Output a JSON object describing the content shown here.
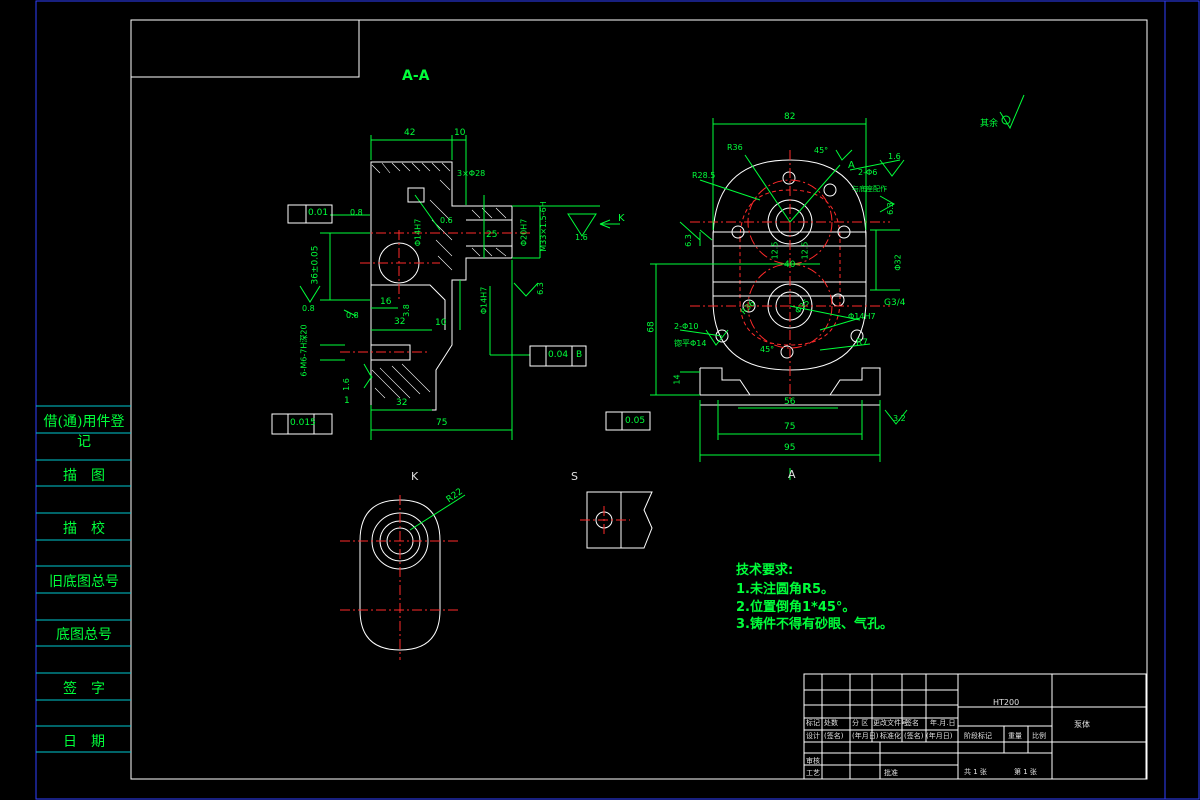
{
  "section_label": "A-A",
  "view_labels": {
    "k": "K",
    "s": "S",
    "a": "A",
    "k_arrow": "K",
    "a_arrow": "A"
  },
  "side_column": [
    "借(通)用件登记",
    "描　图",
    "描　校",
    "旧底图总号",
    "底图总号",
    "签　字",
    "日　期"
  ],
  "tech_requirements": {
    "title": "技术要求:",
    "items": [
      "1.未注圆角R5。",
      "2.位置倒角1*45°。",
      "3.铸件不得有砂眼、气孔。"
    ]
  },
  "roughness_note": "其余",
  "dimensions_left": {
    "d42": "42",
    "d10": "10",
    "chamfer": "3×Φ28",
    "tol_flat": "0.01",
    "d08a": "0.8",
    "d06": "0.6",
    "bore_h7": "Φ14H7",
    "d25": "25",
    "bore_20": "Φ20H7",
    "thread": "M33×1.5-6H",
    "d16a": "1.6",
    "d36": "36±0.05",
    "d08b": "0.8",
    "d16b": "16",
    "d38": "3.8",
    "d32a": "32",
    "d10b": "10",
    "bore_14b": "Φ14H7",
    "d63": "6.3",
    "d08c": "0.8",
    "par_tol": "0.04",
    "datum_b": "B",
    "thread2": "6-M6-7H深20",
    "d16c": "1.6",
    "d1": "1",
    "d32b": "32",
    "perp_tol": "0.015",
    "d75": "75"
  },
  "dimensions_right": {
    "d82": "82",
    "r36": "R36",
    "a45a": "45°",
    "hole2": "2-Φ6",
    "note_a": "与底座配作",
    "d16": "1.6",
    "r285": "R28.5",
    "d63a": "6.3",
    "d63b": "6.3",
    "d125a": "12.5",
    "d40": "40",
    "d125b": "12.5",
    "d32": "Φ32",
    "g34": "G3/4",
    "r36b": "R36",
    "d35": "Φ35",
    "d14h7": "Φ14H7",
    "d68": "68",
    "hole10": "2-Φ10",
    "spot": "锪平Φ14",
    "a45b": "45°",
    "r7": "R7",
    "d14": "14",
    "d56": "56",
    "d75": "75",
    "d95": "95",
    "d32r": "3.2",
    "cyl_tol": "0.05",
    "r22": "R22"
  },
  "title_block": {
    "material": "HT200",
    "part_name": "泵体",
    "row_headers": [
      "标记",
      "处数",
      "分 区",
      "更改文件号",
      "签名",
      "年.月.日"
    ],
    "design_row": [
      "设计",
      "(签名)",
      "(年月日)",
      "标准化",
      "(签名)",
      "(年月日)"
    ],
    "stage": "阶段标记",
    "weight": "重量",
    "scale": "比例",
    "review": "审核",
    "process": "工艺",
    "approve": "批准",
    "sheets": "共 1 张",
    "sheet_no": "第 1 张"
  }
}
